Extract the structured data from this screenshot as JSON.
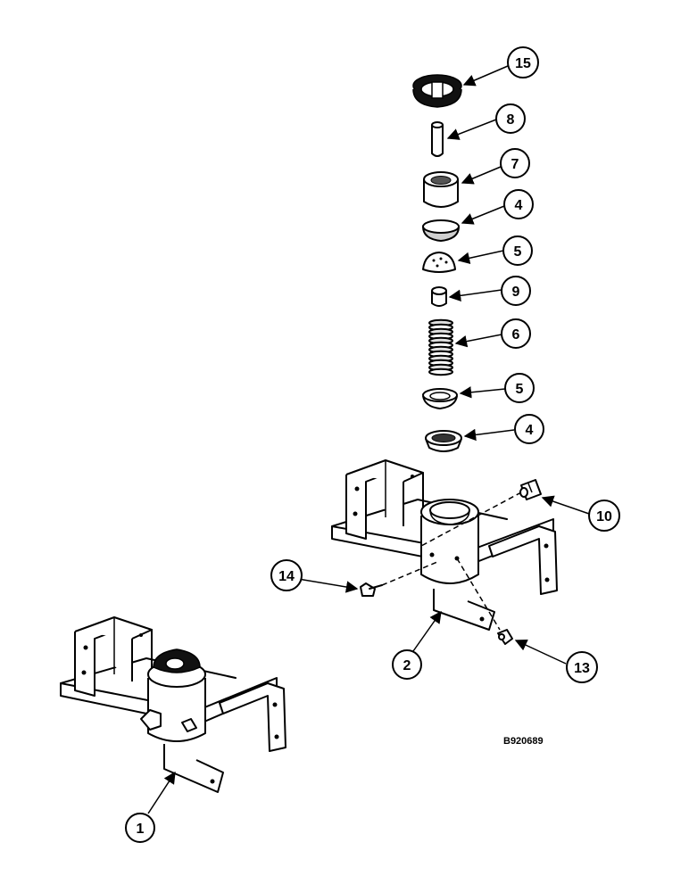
{
  "figure_id": "B920689",
  "callouts": {
    "c1": "1",
    "c2": "2",
    "c4a": "4",
    "c4b": "4",
    "c5a": "5",
    "c5b": "5",
    "c6": "6",
    "c7": "7",
    "c8": "8",
    "c9": "9",
    "c10": "10",
    "c13": "13",
    "c14": "14",
    "c15": "15"
  }
}
